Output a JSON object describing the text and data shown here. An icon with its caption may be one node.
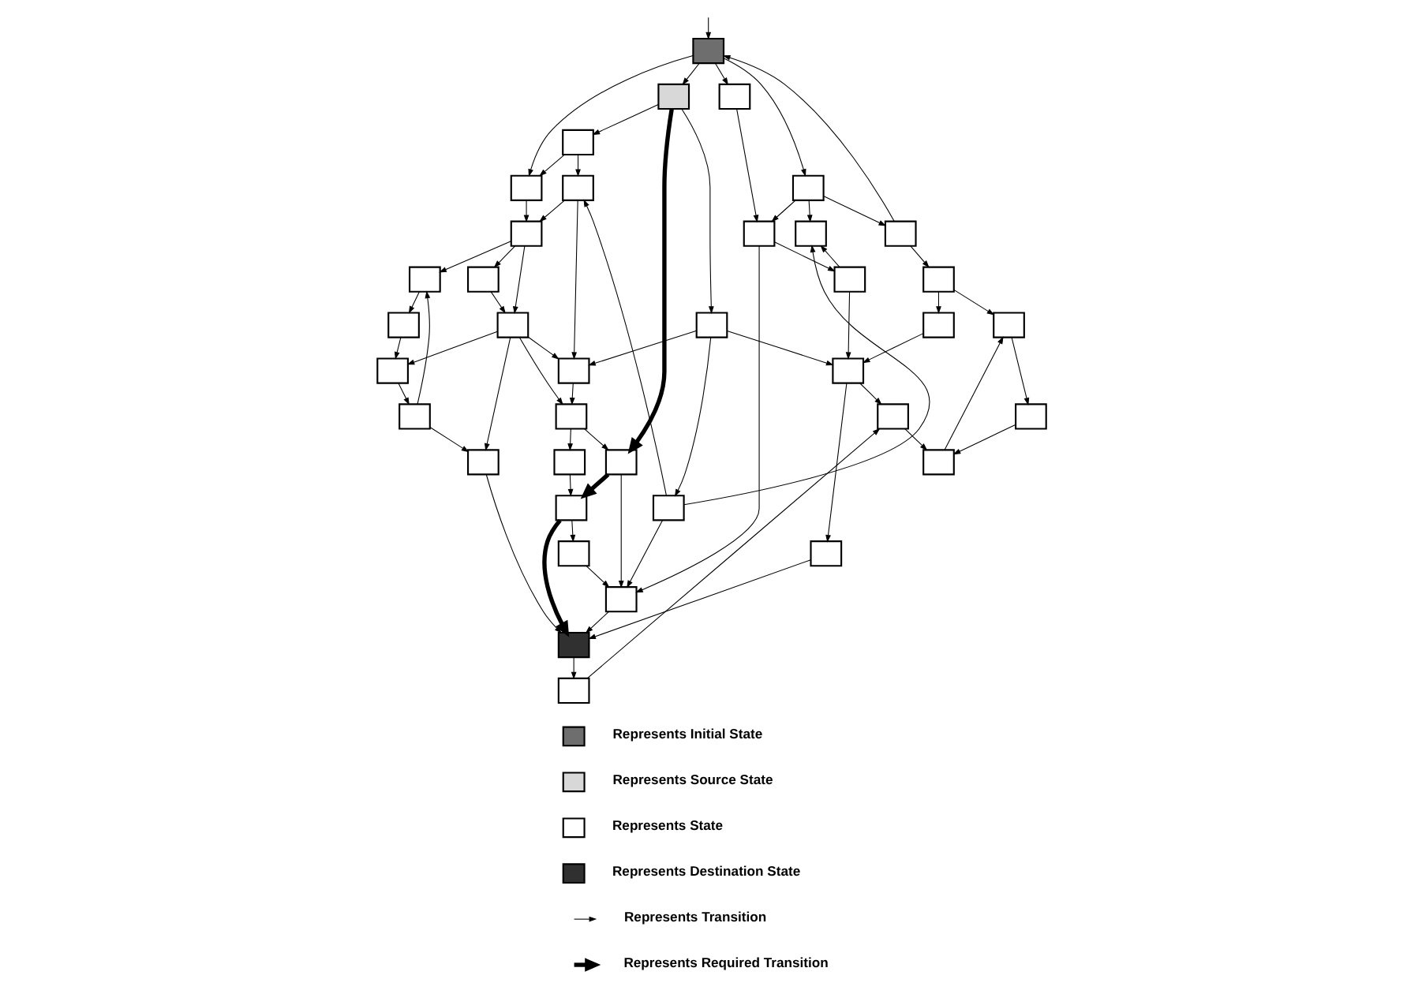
{
  "diagram": {
    "nodes": [
      {
        "text": [],
        "shape": "box"
      },
      {
        "text": [],
        "shape": "box"
      },
      {
        "text": [],
        "shape": "box"
      },
      {
        "text": [],
        "shape": "box"
      },
      {
        "text": [],
        "shape": "box"
      },
      {
        "text": [],
        "shape": "box"
      },
      {
        "text": [],
        "shape": "box"
      },
      {
        "text": [],
        "shape": "box"
      },
      {
        "text": [],
        "shape": "box"
      },
      {
        "text": [],
        "shape": "box"
      },
      {
        "text": [],
        "shape": "box"
      },
      {
        "text": [],
        "shape": "box"
      },
      {
        "text": [],
        "shape": "box"
      },
      {
        "text": [],
        "shape": "box"
      },
      {
        "text": [],
        "shape": "box"
      },
      {
        "text": [],
        "shape": "box"
      },
      {
        "text": [],
        "shape": "box"
      },
      {
        "text": [],
        "shape": "box"
      },
      {
        "text": [],
        "shape": "box"
      },
      {
        "text": [],
        "shape": "box"
      },
      {
        "text": [],
        "shape": "box"
      },
      {
        "text": [],
        "shape": "box"
      },
      {
        "text": [],
        "shape": "box"
      },
      {
        "text": [],
        "shape": "box"
      },
      {
        "text": [],
        "shape": "box"
      },
      {
        "text": [],
        "shape": "box"
      },
      {
        "text": [],
        "shape": "box"
      },
      {
        "text": [],
        "shape": "box"
      },
      {
        "text": [],
        "shape": "box"
      },
      {
        "text": [],
        "shape": "box"
      },
      {
        "text": [],
        "shape": "box"
      },
      {
        "text": [],
        "shape": "box"
      },
      {
        "text": [],
        "shape": "box"
      },
      {
        "text": [],
        "shape": "box"
      },
      {
        "text": [],
        "shape": "box"
      },
      {
        "text": [],
        "shape": "box"
      },
      {
        "text": [],
        "shape": "box"
      },
      {
        "text": [],
        "shape": "box"
      }
    ],
    "edges": [
      {
        "from": null,
        "to": 0,
        "arrow": "to"
      },
      {
        "from": 0,
        "to": 1,
        "arrow": "to"
      },
      {
        "from": 0,
        "to": 3,
        "arrow": "to"
      },
      {
        "from": 0,
        "to": 4,
        "arrow": "to"
      },
      {
        "from": 0,
        "to": 6,
        "arrow": "to"
      },
      {
        "from": 5,
        "to": 0,
        "arrow": "to"
      },
      {
        "from": 3,
        "to": 2,
        "arrow": "to"
      },
      {
        "from": 2,
        "to": 1,
        "arrow": "to"
      },
      {
        "from": 2,
        "to": 7,
        "arrow": "to"
      },
      {
        "from": 1,
        "to": 11,
        "arrow": "to"
      },
      {
        "from": 7,
        "to": 11,
        "arrow": "to"
      },
      {
        "from": 7,
        "to": 14,
        "arrow": "to"
      },
      {
        "from": 3,
        "to": 24,
        "arrow": "to",
        "style": "thick"
      },
      {
        "from": 3,
        "to": 8,
        "arrow": "to"
      },
      {
        "from": 4,
        "to": 5,
        "arrow": "to"
      },
      {
        "from": 4,
        "to": 9,
        "arrow": "to"
      },
      {
        "from": 4,
        "to": 15,
        "arrow": "to"
      },
      {
        "from": 6,
        "to": 15,
        "arrow": "to"
      },
      {
        "from": 5,
        "to": 10,
        "arrow": "to"
      },
      {
        "from": 10,
        "to": 16,
        "arrow": "to"
      },
      {
        "from": 10,
        "to": 19,
        "arrow": "to"
      },
      {
        "from": 11,
        "to": 12,
        "arrow": "to"
      },
      {
        "from": 11,
        "to": 13,
        "arrow": "to"
      },
      {
        "from": 11,
        "to": 20,
        "arrow": "to"
      },
      {
        "from": 13,
        "to": 20,
        "arrow": "to"
      },
      {
        "from": 12,
        "to": 21,
        "arrow": "to"
      },
      {
        "from": 21,
        "to": 22,
        "arrow": "to"
      },
      {
        "from": 22,
        "to": 30,
        "arrow": "to"
      },
      {
        "from": 30,
        "to": 12,
        "arrow": "to"
      },
      {
        "from": 20,
        "to": 22,
        "arrow": "to"
      },
      {
        "from": 20,
        "to": 14,
        "arrow": "to"
      },
      {
        "from": 20,
        "to": 23,
        "arrow": "to"
      },
      {
        "from": 20,
        "to": 31,
        "arrow": "to"
      },
      {
        "from": 14,
        "to": 23,
        "arrow": "to"
      },
      {
        "from": 23,
        "to": 24,
        "arrow": "to"
      },
      {
        "from": 23,
        "to": 32,
        "arrow": "to"
      },
      {
        "from": 30,
        "to": 31,
        "arrow": "to"
      },
      {
        "from": 32,
        "to": 34,
        "arrow": "to"
      },
      {
        "from": 24,
        "to": 34,
        "arrow": "to",
        "style": "thick"
      },
      {
        "from": 34,
        "to": 36,
        "arrow": "to",
        "style": "thick"
      },
      {
        "from": 34,
        "to": 35,
        "arrow": "to"
      },
      {
        "from": 35,
        "to": 27,
        "arrow": "to"
      },
      {
        "from": 31,
        "to": 36,
        "arrow": "to"
      },
      {
        "from": 8,
        "to": 14,
        "arrow": "to"
      },
      {
        "from": 8,
        "to": 17,
        "arrow": "to"
      },
      {
        "from": 8,
        "to": 25,
        "arrow": "to"
      },
      {
        "from": 17,
        "to": 9,
        "arrow": "to"
      },
      {
        "from": 18,
        "to": 9,
        "arrow": "to"
      },
      {
        "from": 17,
        "to": 7,
        "arrow": "to"
      },
      {
        "from": 17,
        "to": 27,
        "arrow": "to"
      },
      {
        "from": 24,
        "to": 27,
        "arrow": "to"
      },
      {
        "from": 15,
        "to": 27,
        "arrow": "to"
      },
      {
        "from": 15,
        "to": 18,
        "arrow": "to"
      },
      {
        "from": 18,
        "to": 25,
        "arrow": "to"
      },
      {
        "from": 19,
        "to": 25,
        "arrow": "to"
      },
      {
        "from": 16,
        "to": 26,
        "arrow": "to"
      },
      {
        "from": 26,
        "to": 29,
        "arrow": "to"
      },
      {
        "from": 29,
        "to": 16,
        "arrow": "to"
      },
      {
        "from": 25,
        "to": 33,
        "arrow": "to"
      },
      {
        "from": 25,
        "to": 28,
        "arrow": "to"
      },
      {
        "from": 28,
        "to": 29,
        "arrow": "to"
      },
      {
        "from": 33,
        "to": 36,
        "arrow": "to"
      },
      {
        "from": 27,
        "to": 36,
        "arrow": "to"
      },
      {
        "from": 36,
        "to": 37,
        "arrow": "to"
      },
      {
        "from": 37,
        "to": 28,
        "arrow": "to"
      }
    ],
    "legend": [
      {
        "text": "Represents Initial State"
      },
      {
        "text": "Represents Source State"
      },
      {
        "text": "Represents State"
      },
      {
        "text": "Represents Destination State"
      },
      {
        "text": "Represents Transition"
      },
      {
        "text": "Represents Required Transition"
      }
    ]
  }
}
